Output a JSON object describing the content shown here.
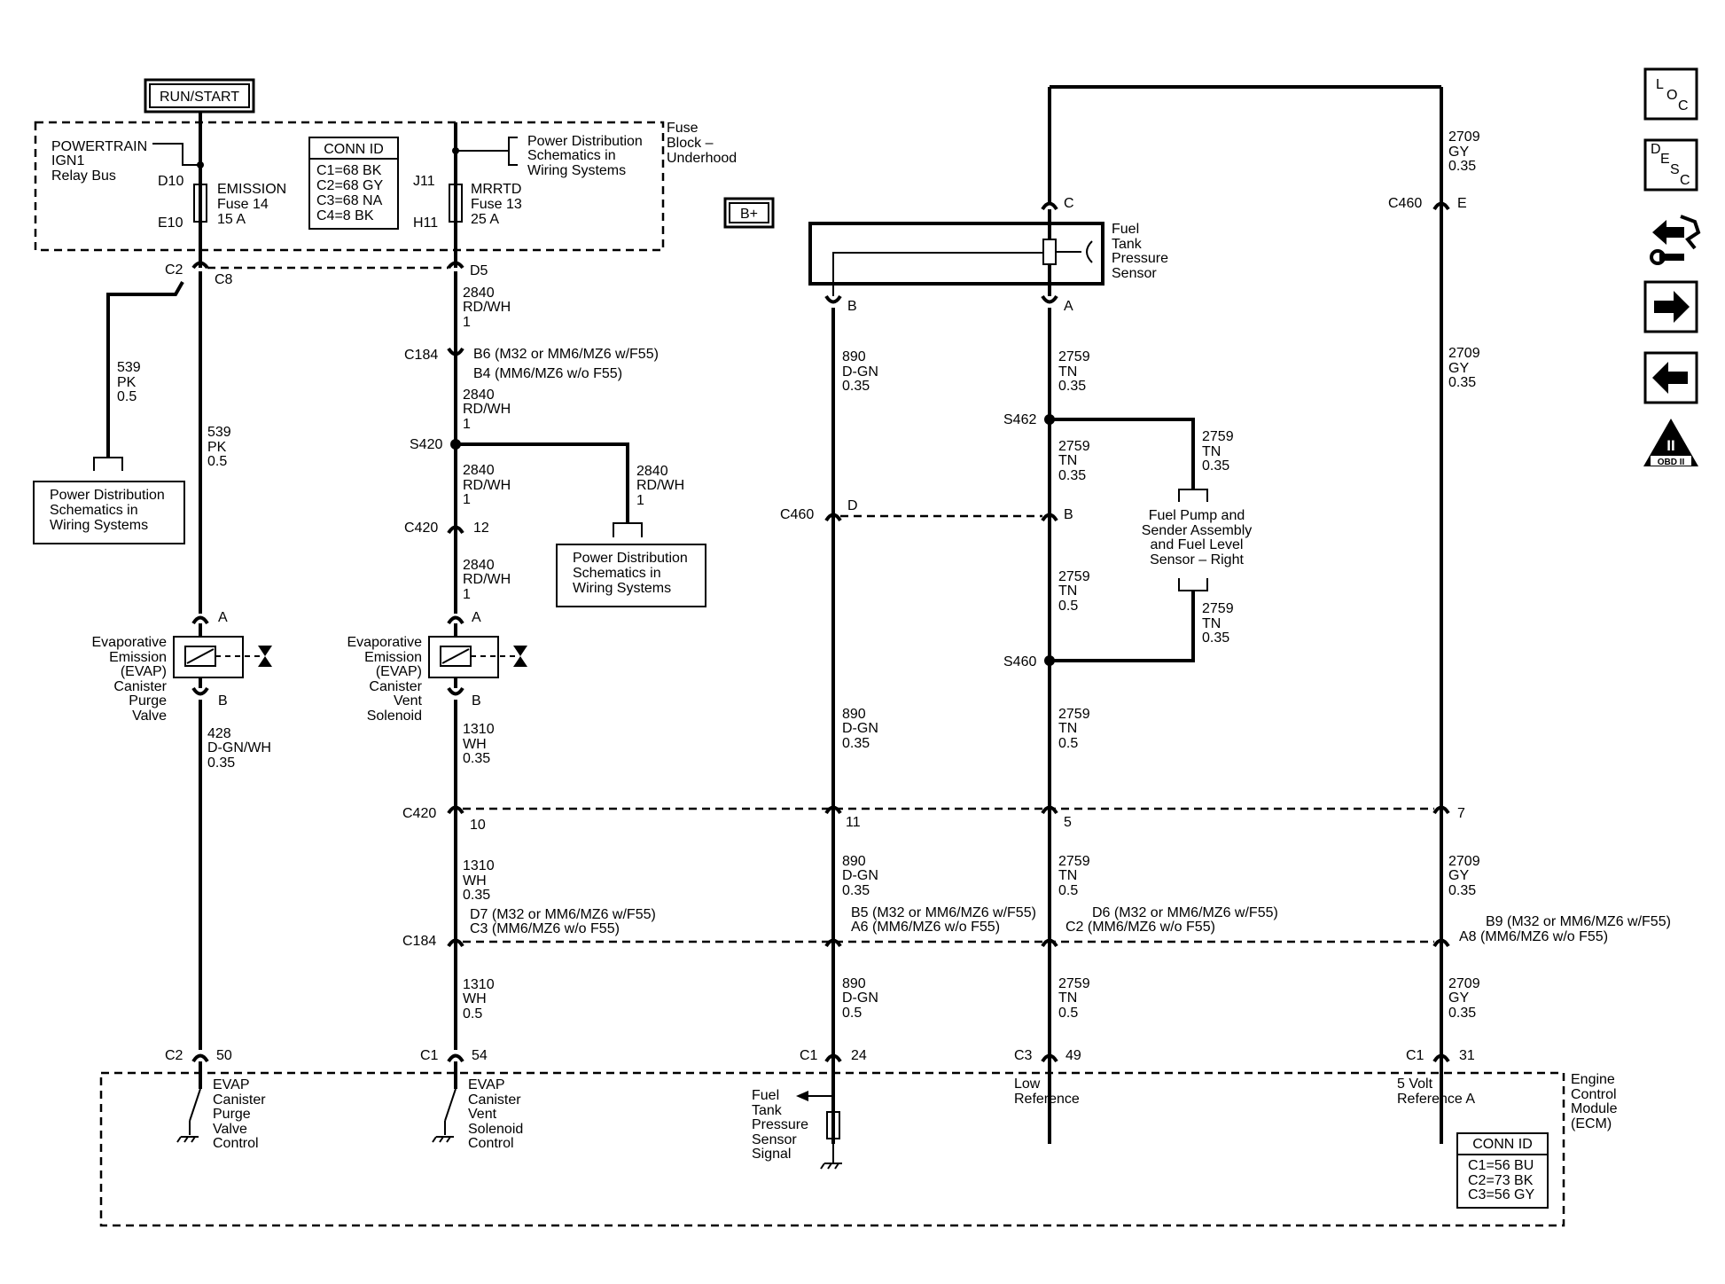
{
  "power": {
    "run_start": "RUN/START",
    "bplus": "B+"
  },
  "fuse_block": {
    "title_lines": [
      "Fuse",
      "Block –",
      "Underhood"
    ],
    "ign_lines": [
      "POWERTRAIN",
      "IGN1",
      "Relay Bus"
    ],
    "fuse14": {
      "lines": [
        "EMISSION",
        "Fuse 14",
        "15 A"
      ],
      "in_pin": "D10",
      "out_pin": "E10"
    },
    "fuse13": {
      "lines": [
        "MRRTD",
        "Fuse 13",
        "25 A"
      ],
      "in_pin": "J11",
      "out_pin": "H11"
    },
    "pd_ref_lines": [
      "Power Distribution",
      "Schematics in",
      "Wiring Systems"
    ],
    "conn_id": {
      "title": "CONN ID",
      "rows": [
        "C1=68 BK",
        "C2=68 GY",
        "C3=68 NA",
        "C4=8 BK"
      ]
    }
  },
  "connectors": {
    "c2": "C2",
    "c8": "C8",
    "d5": "D5",
    "c184a": "C184",
    "c184a_pins": [
      "B6 (M32 or MM6/MZ6 w/F55)",
      "B4 (MM6/MZ6 w/o F55)"
    ],
    "s420": "S420",
    "c420a": "C420",
    "c420a_pin": "12",
    "pin_a1": "A",
    "pin_b1": "B",
    "pin_a2": "A",
    "pin_b2": "B",
    "c420b": "C420",
    "c420b_pins": [
      "10",
      "11",
      "5",
      "7"
    ],
    "c184b": "C184",
    "c184b_pins_1": [
      "D7 (M32 or MM6/MZ6 w/F55)",
      "C3 (MM6/MZ6 w/o F55)"
    ],
    "c184b_pins_2": [
      "B5 (M32 or MM6/MZ6 w/F55)",
      "A6 (MM6/MZ6 w/o F55)"
    ],
    "c184b_pins_3": [
      "D6 (M32 or MM6/MZ6 w/F55)",
      "C2 (MM6/MZ6 w/o F55)"
    ],
    "c184b_pins_4": [
      "B9 (M32 or MM6/MZ6 w/F55)",
      "A8 (MM6/MZ6 w/o F55)"
    ],
    "ecm_c2": "C2",
    "ecm_c2_pin": "50",
    "ecm_c1a": "C1",
    "ecm_c1a_pin": "54",
    "ecm_c1b": "C1",
    "ecm_c1b_pin": "24",
    "ecm_c3": "C3",
    "ecm_c3_pin": "49",
    "ecm_c1c": "C1",
    "ecm_c1c_pin": "31",
    "ftps_c": "C",
    "ftps_b": "B",
    "ftps_a": "A",
    "c460a": "C460",
    "c460a_pin": "E",
    "c460b": "C460",
    "c460b_d": "D",
    "c460b_b": "B",
    "s462": "S462",
    "s460": "S460"
  },
  "wires": {
    "w539a": [
      "539",
      "PK",
      "0.5"
    ],
    "w539b": [
      "539",
      "PK",
      "0.5"
    ],
    "w2840a": [
      "2840",
      "RD/WH",
      "1"
    ],
    "w2840b": [
      "2840",
      "RD/WH",
      "1"
    ],
    "w2840c": [
      "2840",
      "RD/WH",
      "1"
    ],
    "w2840d": [
      "2840",
      "RD/WH",
      "1"
    ],
    "w2840e": [
      "2840",
      "RD/WH",
      "1"
    ],
    "w428": [
      "428",
      "D-GN/WH",
      "0.35"
    ],
    "w1310a": [
      "1310",
      "WH",
      "0.35"
    ],
    "w1310b": [
      "1310",
      "WH",
      "0.35"
    ],
    "w1310c": [
      "1310",
      "WH",
      "0.5"
    ],
    "w890a": [
      "890",
      "D-GN",
      "0.35"
    ],
    "w890b": [
      "890",
      "D-GN",
      "0.35"
    ],
    "w890c": [
      "890",
      "D-GN",
      "0.35"
    ],
    "w890d": [
      "890",
      "D-GN",
      "0.5"
    ],
    "w2759a": [
      "2759",
      "TN",
      "0.35"
    ],
    "w2759b": [
      "2759",
      "TN",
      "0.35"
    ],
    "w2759c": [
      "2759",
      "TN",
      "0.5"
    ],
    "w2759d": [
      "2759",
      "TN",
      "0.5"
    ],
    "w2759e": [
      "2759",
      "TN",
      "0.5"
    ],
    "w2759f": [
      "2759",
      "TN",
      "0.5"
    ],
    "w2759g": [
      "2759",
      "TN",
      "0.35"
    ],
    "w2759h": [
      "2759",
      "TN",
      "0.35"
    ],
    "w2709a": [
      "2709",
      "GY",
      "0.35"
    ],
    "w2709b": [
      "2709",
      "GY",
      "0.35"
    ],
    "w2709c": [
      "2709",
      "GY",
      "0.35"
    ],
    "w2709d": [
      "2709",
      "GY",
      "0.35"
    ]
  },
  "components": {
    "pd_left_lines": [
      "Power Distribution",
      "Schematics in",
      "Wiring Systems"
    ],
    "pd_mid_lines": [
      "Power Distribution",
      "Schematics in",
      "Wiring Systems"
    ],
    "purge_valve_lines": [
      "Evaporative",
      "Emission",
      "(EVAP)",
      "Canister",
      "Purge",
      "Valve"
    ],
    "vent_solenoid_lines": [
      "Evaporative",
      "Emission",
      "(EVAP)",
      "Canister",
      "Vent",
      "Solenoid"
    ],
    "ftps_lines": [
      "Fuel",
      "Tank",
      "Pressure",
      "Sensor"
    ],
    "fuel_pump_lines": [
      "Fuel Pump and",
      "Sender Assembly",
      "and Fuel Level",
      "Sensor – Right"
    ]
  },
  "ecm": {
    "title_lines": [
      "Engine",
      "Control",
      "Module",
      "(ECM)"
    ],
    "purge_ctrl_lines": [
      "EVAP",
      "Canister",
      "Purge",
      "Valve",
      "Control"
    ],
    "vent_ctrl_lines": [
      "EVAP",
      "Canister",
      "Vent",
      "Solenoid",
      "Control"
    ],
    "ftps_signal_lines": [
      "Fuel",
      "Tank",
      "Pressure",
      "Sensor",
      "Signal"
    ],
    "low_ref_lines": [
      "Low",
      "Reference"
    ],
    "five_volt_lines": [
      "5 Volt",
      "Reference A"
    ],
    "conn_id": {
      "title": "CONN ID",
      "rows": [
        "C1=56 BU",
        "C2=73 BK",
        "C3=56 GY"
      ]
    }
  },
  "nav_icons": {
    "loc": [
      "L",
      "O",
      "C"
    ],
    "desc": [
      "D",
      "E",
      "S",
      "C"
    ],
    "obd": "OBD II",
    "obd_numeral": "II"
  }
}
